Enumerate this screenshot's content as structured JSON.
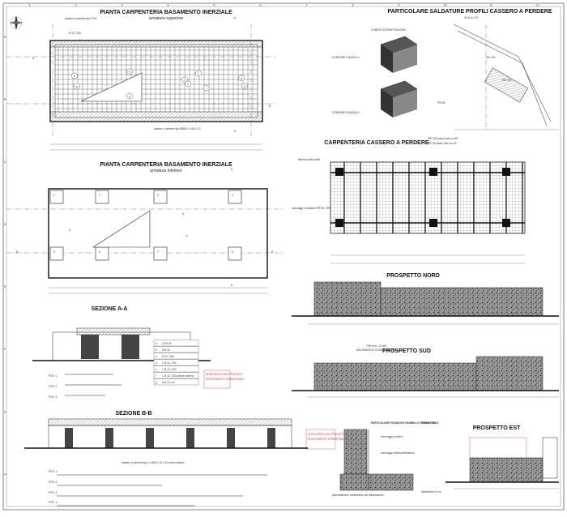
{
  "sheet": {
    "frame_col_ticks": [
      "1",
      "2",
      "3",
      "4",
      "5",
      "6",
      "7",
      "8",
      "9",
      "10",
      "11",
      "12"
    ],
    "frame_row_ticks": [
      "A",
      "B",
      "C",
      "D",
      "E",
      "F",
      "G",
      "H"
    ]
  },
  "plan_upper": {
    "title": "PIANTA CARPENTERIA BASAMENTO INERZIALE",
    "subtitle": "armatura superiore",
    "section_marks": [
      "A",
      "A",
      "B",
      "B"
    ],
    "note_top": "cassero a perdere tipo PL/S",
    "note_bottom": "cassero a perdere tipo Ø800 x 1180 x 10",
    "pour_labels": [
      "a",
      "a'",
      "b",
      "b'",
      "c",
      "c'",
      "d",
      "f",
      "g",
      "g'"
    ]
  },
  "plan_lower": {
    "title": "PIANTA CARPENTERIA BASAMENTO INERZIALE",
    "subtitle": "armatura inferiore",
    "section_marks": [
      "A",
      "A",
      "B",
      "B"
    ],
    "pour_labels": [
      "1",
      "2",
      "3",
      "4",
      "5",
      "6",
      "7",
      "8",
      "d",
      "d'",
      "e"
    ]
  },
  "detail_weld": {
    "title": "PARTICOLARE SALDATURE PROFILI CASSERO A PERDERE",
    "scale": "SCALA 1:10",
    "labels": [
      "COMPLETA PENETRAZIONE",
      "CORDONE D'ANGOLO",
      "CORDONE D'ANGOLO",
      "IPE 200",
      "IPE 200",
      "IPE 80"
    ]
  },
  "formwork": {
    "title": "CARPENTERIA CASSERO A PERDERE",
    "notes": [
      "IPE 200 passo max cm 60",
      "IPE 80 passo max cm 50"
    ],
    "side_notes": [
      "lamiera nella profili",
      "ancoraggi in tubolare IPE 80 / IPE 200"
    ]
  },
  "section_aa": {
    "title": "SEZIONE A-A",
    "table": [
      {
        "key": "a",
        "val": "12 Ø 18"
      },
      {
        "key": "b",
        "val": "5 Ø 18"
      },
      {
        "key": "c",
        "val": "Ø 12 / 200"
      },
      {
        "key": "d",
        "val": "1 Ø 12 / 200"
      },
      {
        "key": "e",
        "val": "1 Ø 12 / 200"
      },
      {
        "key": "f",
        "val": "1 Ø 12 / 200 parete esterna"
      },
      {
        "key": "g",
        "val": "5 Ø 12 / m²"
      }
    ],
    "bars": [
      "POS. 1",
      "POS. 2",
      "POS. 3"
    ]
  },
  "section_bb": {
    "title": "SEZIONE B-B",
    "note": "cassero a perdere tipo L=1180 x 10 x 10 come indicato",
    "bars": [
      "POS. 1",
      "POS. 2",
      "POS. 3",
      "POS. 4"
    ]
  },
  "prospetto_nord": {
    "title": "PROSPETTO NORD"
  },
  "prospetto_sud": {
    "title": "PROSPETTO SUD",
    "note": "TIRO min. 12.000",
    "note2": "ANCORAGGIO CHIMICO PANNELLA"
  },
  "prospetto_est": {
    "title": "PROSPETTO EST"
  },
  "detail_fix": {
    "title": "PARTICOLARE FISSAGGIO PANNELLO PERIMETRALE",
    "scale": "SCALA 1:20",
    "notes": [
      "ancoraggio chimico",
      "ancoraggio della pannellatura",
      "pannellatura di rivestimento per allineamento",
      "basamento in c.a."
    ]
  },
  "red_notes": [
    "INTERVENTO NON PREVISTO",
    "RIVESTIMENTO PERIMETRALE"
  ],
  "colors": {
    "line": "#222222",
    "red_note": "#dd3333",
    "paper": "#ffffff"
  }
}
